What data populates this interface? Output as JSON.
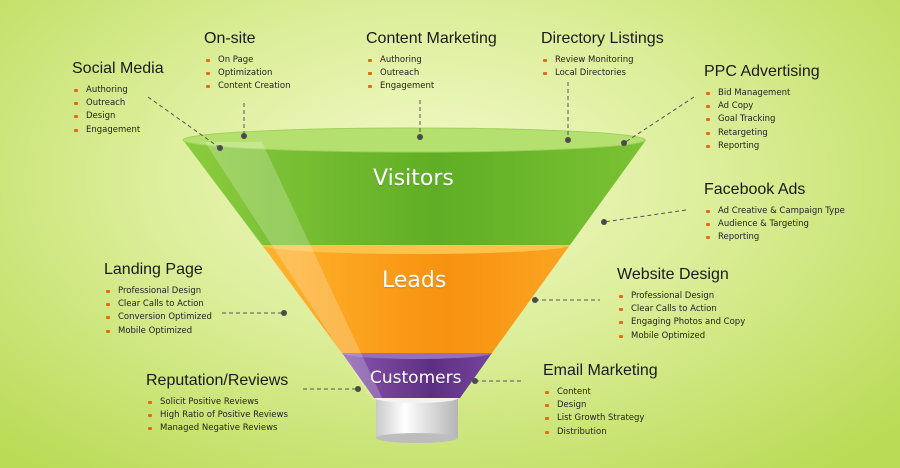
{
  "funnel": {
    "stages": [
      {
        "label": "Visitors",
        "color": "#6ab82b"
      },
      {
        "label": "Leads",
        "color": "#f79a1a"
      },
      {
        "label": "Customers",
        "color": "#6b3b8f"
      }
    ]
  },
  "groups": {
    "social_media": {
      "title": "Social Media",
      "items": [
        "Authoring",
        "Outreach",
        "Design",
        "Engagement"
      ]
    },
    "on_site": {
      "title": "On-site",
      "items": [
        "On Page",
        "Optimization",
        "Content Creation"
      ]
    },
    "content_marketing": {
      "title": "Content Marketing",
      "items": [
        "Authoring",
        "Outreach",
        "Engagement"
      ]
    },
    "directory_listings": {
      "title": "Directory Listings",
      "items": [
        "Review Monitoring",
        "Local Directories"
      ]
    },
    "ppc_advertising": {
      "title": "PPC Advertising",
      "items": [
        "Bid Management",
        "Ad Copy",
        "Goal Tracking",
        "Retargeting",
        "Reporting"
      ]
    },
    "facebook_ads": {
      "title": "Facebook Ads",
      "items": [
        "Ad Creative & Campaign Type",
        "Audience & Targeting",
        "Reporting"
      ]
    },
    "landing_page": {
      "title": "Landing Page",
      "items": [
        "Professional Design",
        "Clear Calls to Action",
        "Conversion Optimized",
        "Mobile Optimized"
      ]
    },
    "website_design": {
      "title": "Website Design",
      "items": [
        "Professional Design",
        "Clear Calls to Action",
        "Engaging Photos and Copy",
        "Mobile Optimized"
      ]
    },
    "reputation_reviews": {
      "title": "Reputation/Reviews",
      "items": [
        "Solicit Positive Reviews",
        "High Ratio of Positive Reviews",
        "Managed Negative Reviews"
      ]
    },
    "email_marketing": {
      "title": "Email Marketing",
      "items": [
        "Content",
        "Design",
        "List Growth Strategy",
        "Distribution"
      ]
    }
  },
  "colors": {
    "bullet": "#e36b14",
    "connector": "#555555"
  }
}
